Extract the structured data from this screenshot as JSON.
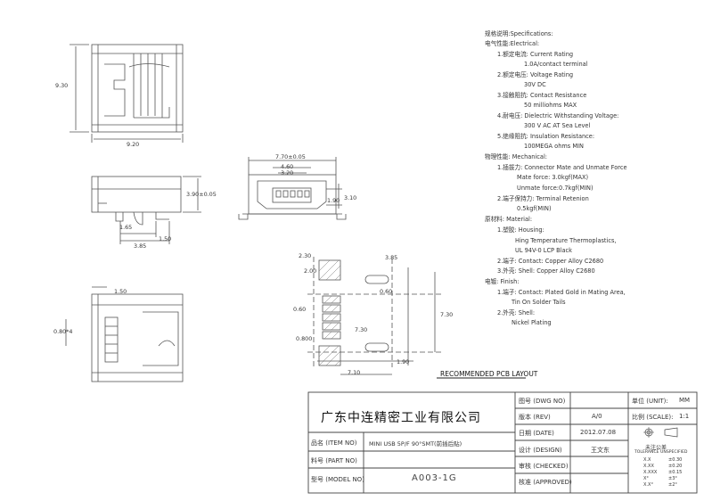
{
  "specifications": {
    "heading": "规格说明:Specifications:",
    "lines": [
      "电气性能:Electrical:",
      "1.额定电流: Current Rating",
      "1.0A/contact terminal",
      "2.额定电压: Voltage Rating",
      "30V DC",
      "3.接触阻抗: Contact Resistance",
      "50 milliohms MAX",
      "4.耐电压: Dielectric Withstanding Voltage:",
      "300 V AC AT Sea Level",
      "5.绝缘阻抗: Insulation Resistance:",
      "100MEGA ohms MIN",
      "物理性能: Mechanical:",
      "1.插拔力: Connector Mate and Unmate Force",
      "Mate force: 3.0kgf(MAX)",
      "Unmate force:0.7kgf(MIN)",
      "2.端子保持力: Terminal Retenion",
      "0.5kgf(MIN)",
      "原材料: Material:",
      "1.塑胶: Housing:",
      "Hing Temperature Thermoplastics,",
      "UL 94V-0 LCP Black",
      "2.端子: Contact: Copper Alloy C2680",
      "3.外壳: Shell: Copper Alloy C2680",
      "电镀: Finish:",
      "1.端子: Contact: Plated Gold in Mating Area,",
      "Tin On Solder Tails",
      "2.外壳: Shell:",
      "Nickel Plating"
    ]
  },
  "dimensions": {
    "top_height": "9.30",
    "top_width": "9.20",
    "side_height": "3.90±0.05",
    "side_a": "1.65",
    "side_b": "1.50",
    "side_c": "3.85",
    "front_outer": "7.70±0.05",
    "front_mid": "4.60",
    "front_inner": "3.20",
    "front_h1": "1.90",
    "front_h2": "3.10",
    "bottom_top": "1.50",
    "bottom_pitch": "0.80*4"
  },
  "pcb_layout": {
    "title": "RECOMMENDED PCB LAYOUT",
    "dims": {
      "a": "2.30",
      "b": "2.00",
      "c": "3.85",
      "d": "0.60",
      "e": "0.60",
      "f": "7.30",
      "g": "0.800",
      "h": "7.30",
      "i": "1.90",
      "j": "7.10"
    }
  },
  "title_block": {
    "company": "广东中连精密工业有限公司",
    "item_no_label": "品名 (ITEM NO)",
    "item_no_value": "MINI USB 5P/F 90°SMT(前插后贴)",
    "part_no_label": "料号 (PART NO)",
    "model_no_label": "型号 (MODEL NO)",
    "model_no_value": "A003-1G",
    "dwg_no_label": "图号 (DWG NO)",
    "rev_label": "版本 (REV)",
    "rev_value": "A/0",
    "date_label": "日期 (DATE)",
    "date_value": "2012.07.08",
    "design_label": "设计 (DESIGN)",
    "design_value": "王文东",
    "checked_label": "审核 (CHECKED)",
    "approved_label": "核准 (APPROVED)",
    "unit_label": "单位 (UNIT):",
    "unit_value": "MM",
    "scale_label": "比例 (SCALE):",
    "scale_value": "1:1",
    "tolerance_title": "未注公差",
    "tolerance_sub": "TOLERANCE UNSPECIFIED",
    "tolerances": [
      [
        "X.X",
        "±0.30"
      ],
      [
        "X.XX",
        "±0.20"
      ],
      [
        "X.XXX",
        "±0.15"
      ],
      [
        "X°",
        "±3°"
      ],
      [
        "X.X°",
        "±2°"
      ]
    ]
  }
}
